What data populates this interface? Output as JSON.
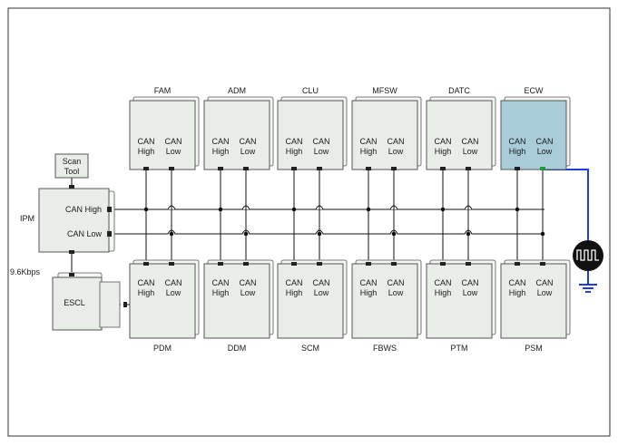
{
  "diagram": {
    "top_modules": [
      {
        "name": "FAM",
        "pin_high": "CAN\nHigh",
        "pin_low": "CAN\nLow",
        "highlighted": false
      },
      {
        "name": "ADM",
        "pin_high": "CAN\nHigh",
        "pin_low": "CAN\nLow",
        "highlighted": false
      },
      {
        "name": "CLU",
        "pin_high": "CAN\nHigh",
        "pin_low": "CAN\nLow",
        "highlighted": false
      },
      {
        "name": "MFSW",
        "pin_high": "CAN\nHigh",
        "pin_low": "CAN\nLow",
        "highlighted": false
      },
      {
        "name": "DATC",
        "pin_high": "CAN\nHigh",
        "pin_low": "CAN\nLow",
        "highlighted": false
      },
      {
        "name": "ECW",
        "pin_high": "CAN\nHigh",
        "pin_low": "CAN\nLow",
        "highlighted": true
      }
    ],
    "bottom_modules": [
      {
        "name": "PDM",
        "pin_high": "CAN\nHigh",
        "pin_low": "CAN\nLow"
      },
      {
        "name": "DDM",
        "pin_high": "CAN\nHigh",
        "pin_low": "CAN\nLow"
      },
      {
        "name": "SCM",
        "pin_high": "CAN\nHigh",
        "pin_low": "CAN\nLow"
      },
      {
        "name": "FBWS",
        "pin_high": "CAN\nHigh",
        "pin_low": "CAN\nLow"
      },
      {
        "name": "PTM",
        "pin_high": "CAN\nHigh",
        "pin_low": "CAN\nLow"
      },
      {
        "name": "PSM",
        "pin_high": "CAN\nHigh",
        "pin_low": "CAN\nLow"
      }
    ],
    "ipm": {
      "name": "IPM",
      "can_high": "CAN High",
      "can_low": "CAN Low"
    },
    "scan_tool": "Scan\nTool",
    "escl": "ESCL",
    "lin_speed": "9.6Kbps",
    "colors": {
      "module_fill": "#e8ede8",
      "module_stroke": "#555555",
      "highlight_fill": "#a8cdd8",
      "highlight_text": "#2e8b2e",
      "bus": "#111111",
      "signal": "#1a3fd6"
    }
  }
}
